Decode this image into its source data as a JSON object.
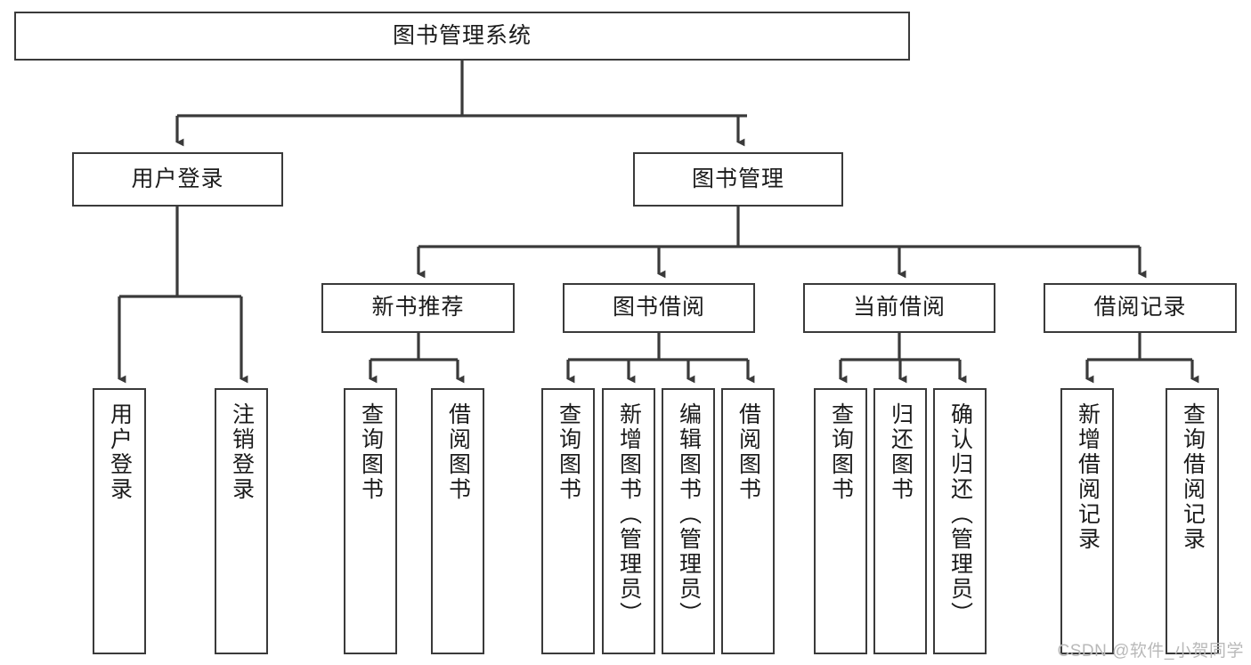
{
  "diagram": {
    "type": "tree",
    "title": "图书管理系统",
    "orientation": "top-down",
    "colors": {
      "box_border": "#3a3a3a",
      "box_fill": "#ffffff",
      "connector": "#3a3a3a",
      "text": "#1b1b1b",
      "watermark": "#b9b9b9",
      "background": "#ffffff"
    }
  },
  "nodes": {
    "root": {
      "label": "图书管理系统"
    },
    "level2": [
      {
        "id": "user-login",
        "label": "用户登录"
      },
      {
        "id": "book-manage",
        "label": "图书管理"
      }
    ],
    "level3": [
      {
        "id": "new-book-rec",
        "label": "新书推荐"
      },
      {
        "id": "book-borrow",
        "label": "图书借阅"
      },
      {
        "id": "current-borrow",
        "label": "当前借阅"
      },
      {
        "id": "borrow-record",
        "label": "借阅记录"
      }
    ],
    "leaves": {
      "user_login": [
        {
          "id": "leaf-user-login",
          "label": "用户登录"
        },
        {
          "id": "leaf-logout-login",
          "label": "注销登录"
        }
      ],
      "new_book_rec": [
        {
          "id": "leaf-query-book-1",
          "label": "查询图书"
        },
        {
          "id": "leaf-borrow-book-1",
          "label": "借阅图书"
        }
      ],
      "book_borrow": [
        {
          "id": "leaf-query-book-2",
          "label": "查询图书"
        },
        {
          "id": "leaf-add-book",
          "label": "新增图书（管理员）"
        },
        {
          "id": "leaf-edit-book",
          "label": "编辑图书（管理员）"
        },
        {
          "id": "leaf-borrow-book-2",
          "label": "借阅图书"
        }
      ],
      "current_borrow": [
        {
          "id": "leaf-query-book-3",
          "label": "查询图书"
        },
        {
          "id": "leaf-return-book",
          "label": "归还图书"
        },
        {
          "id": "leaf-confirm-return",
          "label": "确认归还（管理员）"
        }
      ],
      "borrow_record": [
        {
          "id": "leaf-add-record",
          "label": "新增借阅记录"
        },
        {
          "id": "leaf-query-record",
          "label": "查询借阅记录"
        }
      ]
    }
  },
  "watermark": {
    "text": "CSDN @软件_小贺同学"
  }
}
